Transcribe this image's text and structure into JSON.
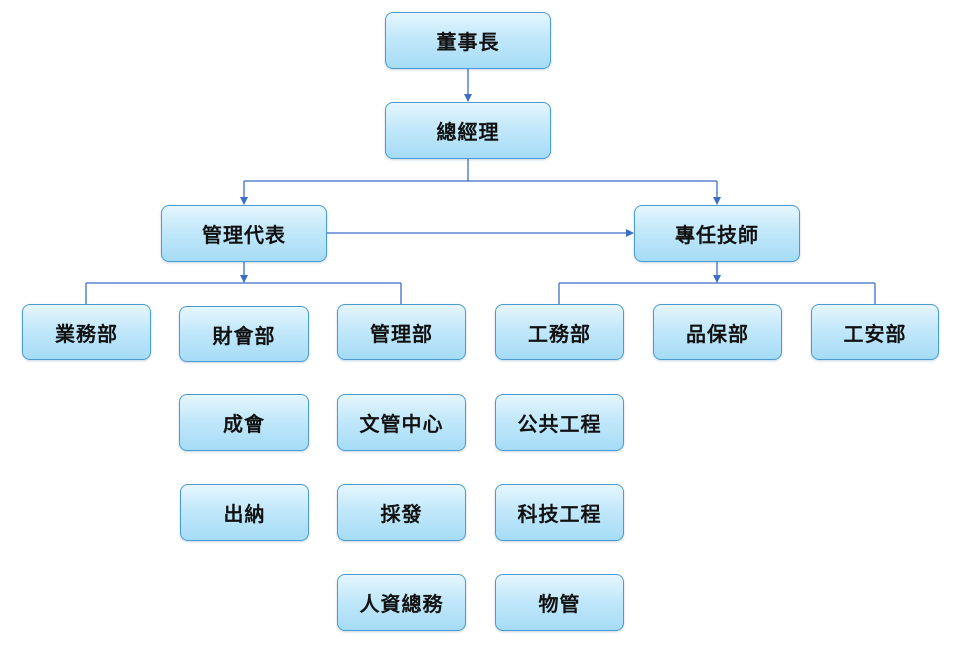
{
  "org_chart": {
    "chairman": "董事長",
    "general_manager": "總經理",
    "management_representative": "管理代表",
    "technical_supervisor": "專任技師",
    "departments": {
      "sales": "業務部",
      "finance": "財會部",
      "administration": "管理部",
      "engineering": "工務部",
      "quality": "品保部",
      "safety": "工安部"
    },
    "finance_units": {
      "cost_accounting": "成會",
      "cashier": "出納"
    },
    "administration_units": {
      "document_control": "文管中心",
      "purchasing": "採發",
      "hr_general_affairs": "人資總務"
    },
    "engineering_units": {
      "public_works": "公共工程",
      "tech_engineering": "科技工程",
      "materials": "物管"
    }
  },
  "colors": {
    "node_border": "#4a9bd1",
    "node_fill_top": "#e6f6fd",
    "node_fill_bottom": "#a6dcf6",
    "connector": "#3b6fc4"
  }
}
